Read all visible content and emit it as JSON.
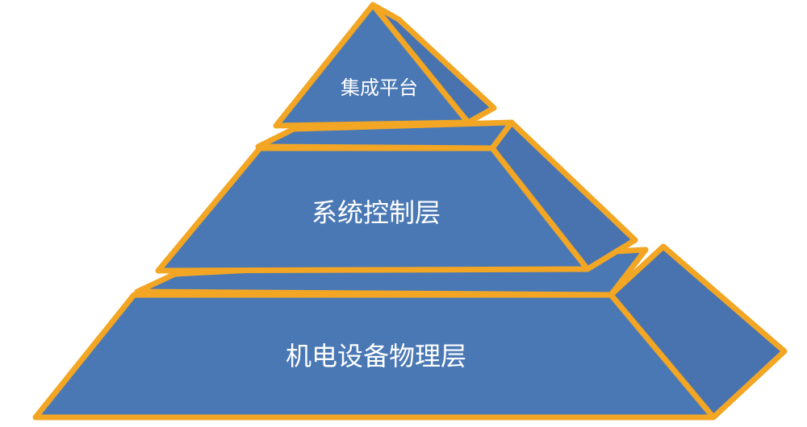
{
  "colors": {
    "face_fill": "#4a78b5",
    "side_fill": "#4873af",
    "edge": "#f2a623",
    "label_text": "#ffffff",
    "background": "#ffffff"
  },
  "layers": [
    {
      "label": "集成平台"
    },
    {
      "label": "系统控制层"
    },
    {
      "label": "机电设备物理层"
    }
  ]
}
